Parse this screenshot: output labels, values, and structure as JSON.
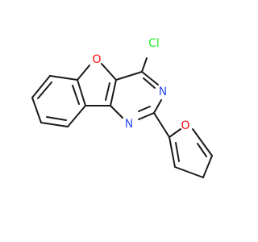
{
  "molecule": {
    "name": "",
    "colors": {
      "bond": "#1a1a1a",
      "oxygen": "#ff0d0d",
      "nitrogen": "#3050f8",
      "chlorine": "#1ff01f"
    },
    "atoms": {
      "o_benzofuran": {
        "label": "O",
        "color_key": "oxygen"
      },
      "cl": {
        "label": "Cl",
        "color_key": "chlorine"
      },
      "n_top": {
        "label": "N",
        "color_key": "nitrogen"
      },
      "n_bottom": {
        "label": "N",
        "color_key": "nitrogen"
      },
      "o_furan": {
        "label": "O",
        "color_key": "oxygen"
      }
    }
  }
}
